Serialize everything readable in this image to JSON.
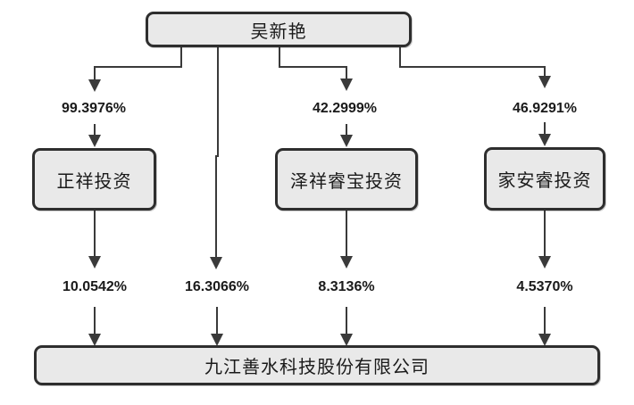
{
  "colors": {
    "background": "#ffffff",
    "box_fill": "#e9e9e9",
    "box_border": "#2e2e2e",
    "line": "#3a3a3a",
    "text": "#1a1a1a"
  },
  "nodes": {
    "root": "吴新艳",
    "mid": [
      "正祥投资",
      "泽祥睿宝投资",
      "家安睿投资"
    ],
    "company": "九江善水科技股份有限公司"
  },
  "edges": [
    {
      "from": "吴新艳",
      "to": "正祥投资",
      "percent": "99.3976%"
    },
    {
      "from": "吴新艳",
      "to": "泽祥睿宝投资",
      "percent": "42.2999%"
    },
    {
      "from": "吴新艳",
      "to": "家安睿投资",
      "percent": "46.9291%"
    },
    {
      "from": "正祥投资",
      "to": "九江善水科技股份有限公司",
      "percent": "10.0542%"
    },
    {
      "from": "吴新艳",
      "to": "九江善水科技股份有限公司",
      "percent": "16.3066%"
    },
    {
      "from": "泽祥睿宝投资",
      "to": "九江善水科技股份有限公司",
      "percent": "8.3136%"
    },
    {
      "from": "家安睿投资",
      "to": "九江善水科技股份有限公司",
      "percent": "4.5370%"
    }
  ]
}
